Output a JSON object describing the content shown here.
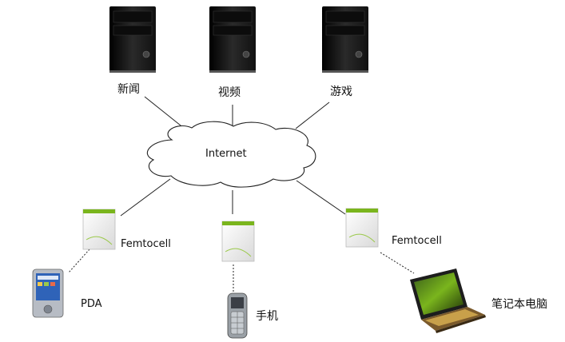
{
  "servers": [
    {
      "label": "新闻"
    },
    {
      "label": "视频"
    },
    {
      "label": "游戏"
    }
  ],
  "cloud": {
    "label": "Internet"
  },
  "femtocells": [
    {
      "label": "Femtocell"
    },
    {
      "label": ""
    },
    {
      "label": "Femtocell"
    }
  ],
  "devices": [
    {
      "label": "PDA",
      "icon": "pda-icon"
    },
    {
      "label": "手机",
      "icon": "mobile-phone-icon"
    },
    {
      "label": "笔记本电脑",
      "icon": "laptop-icon"
    }
  ],
  "colors": {
    "server_body": "#1a1a1a",
    "femto_accent": "#7ab51d",
    "laptop_accent": "#c8a04a",
    "link": "#222222"
  }
}
